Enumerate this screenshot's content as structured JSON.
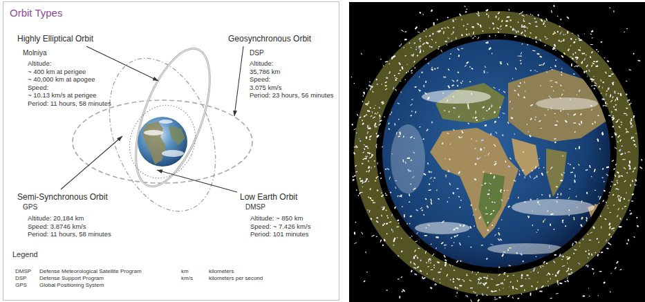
{
  "diagram": {
    "title": "Orbit Types",
    "labels": [
      "Highly Elliptical Orbit",
      "Molniya",
      "Altitude:",
      "~ 400 km at perigee",
      "~ 40,000 km at apogee",
      "Speed:",
      "~ 10.13 km/s at perigee",
      "Period: 11 hours, 58 minutes",
      "Geosynchronous Orbit",
      "DSP",
      "Altitude:",
      "35,786 km",
      "Speed:",
      "3.075 km/s",
      "Period: 23 hours, 56 minutes",
      "Semi-Synchronous Orbit",
      "GPS",
      "Altitude: 20,184 km",
      "Speed: 3.8746 km/s",
      "Period: 11 hours, 58 minutes",
      "Low Earth Orbit",
      "DMSP",
      "Altitude: ~ 850 km",
      "Speed: ~ 7.426 km/s",
      "Period: 101 minutes",
      "Legend",
      "DMSP",
      "Defense Meteorological Satellite Program",
      "DSP",
      "Defense Support Program",
      "GPS",
      "Global Positioning System",
      "km",
      "kilometers",
      "km/s",
      "kilometers per second"
    ]
  }
}
